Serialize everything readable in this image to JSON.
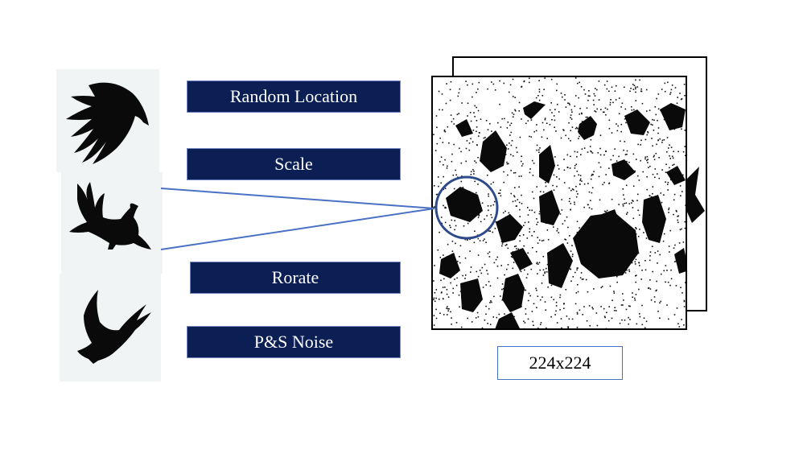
{
  "augmentations": [
    {
      "label": "Random  Location"
    },
    {
      "label": "Scale"
    },
    {
      "label": "Rorate"
    },
    {
      "label": "P&S Noise"
    }
  ],
  "output": {
    "size_label": "224x224"
  },
  "colors": {
    "label_fill": "#0b1f55",
    "label_border": "#6f88c4",
    "connector": "#4a72c4",
    "highlight_circle": "#2d4a8a",
    "bird": "#0a0a0a"
  },
  "icons": [
    "crow-silhouette",
    "crow-silhouette",
    "crow-silhouette",
    "salt-pepper-noise-canvas"
  ]
}
